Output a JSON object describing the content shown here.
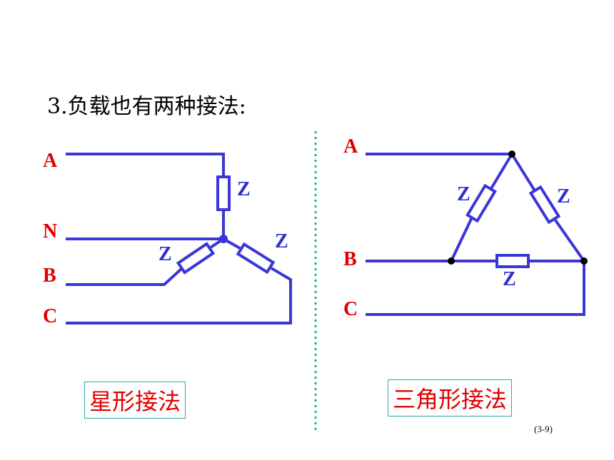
{
  "title": "3.负载也有两种接法:",
  "star": {
    "caption": "星形接法",
    "lines": [
      "A",
      "N",
      "B",
      "C"
    ],
    "impedance": "Z"
  },
  "delta": {
    "caption": "三角形接法",
    "lines": [
      "A",
      "B",
      "C"
    ],
    "impedance": "Z"
  },
  "page_number": "(3-9)",
  "colors": {
    "wire": "#3a36d8",
    "line_label": "#e00000",
    "divider": "#18b878",
    "caption_border": "#2aa8a0"
  }
}
